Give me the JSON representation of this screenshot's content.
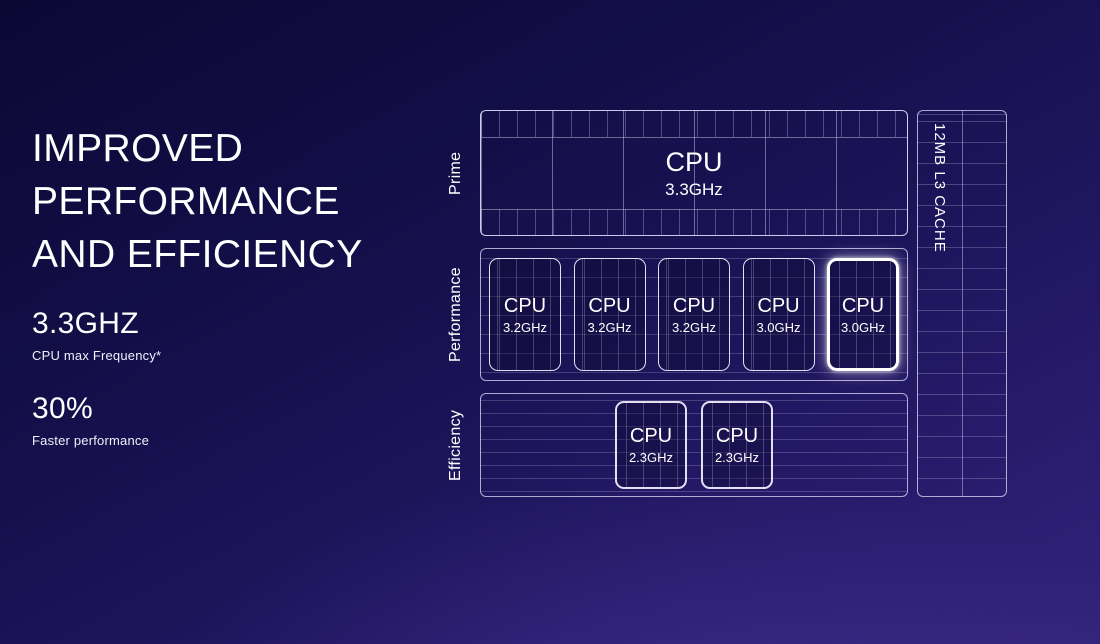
{
  "left_panel": {
    "headline": {
      "line1": "IMPROVED",
      "line2": "PERFORMANCE",
      "line3": "AND EFFICIENCY"
    },
    "stat1": {
      "value": "3.3GHZ",
      "label": "CPU max Frequency*"
    },
    "stat2": {
      "value": "30%",
      "label": "Faster performance"
    }
  },
  "diagram": {
    "prime": {
      "row_label": "Prime",
      "core": {
        "name": "CPU",
        "freq": "3.3GHz"
      }
    },
    "performance": {
      "row_label": "Performance",
      "cores": [
        {
          "name": "CPU",
          "freq": "3.2GHz",
          "highlight": false
        },
        {
          "name": "CPU",
          "freq": "3.2GHz",
          "highlight": false
        },
        {
          "name": "CPU",
          "freq": "3.2GHz",
          "highlight": false
        },
        {
          "name": "CPU",
          "freq": "3.0GHz",
          "highlight": false
        },
        {
          "name": "CPU",
          "freq": "3.0GHz",
          "highlight": true
        }
      ]
    },
    "efficiency": {
      "row_label": "Efficiency",
      "cores": [
        {
          "name": "CPU",
          "freq": "2.3GHz"
        },
        {
          "name": "CPU",
          "freq": "2.3GHz"
        }
      ]
    },
    "cache": {
      "label": "12MB L3 CACHE"
    }
  },
  "colors": {
    "background_top": "#0b0834",
    "background_bottom": "#32237a",
    "line": "#d9d4f2",
    "highlight_border": "#ffffff",
    "text": "#ffffff"
  }
}
